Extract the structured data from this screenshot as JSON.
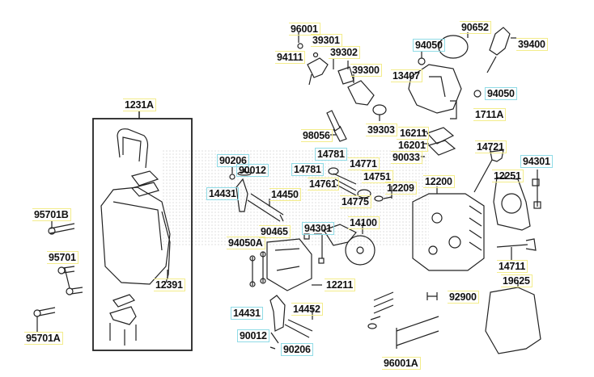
{
  "diagram": {
    "type": "exploded-parts-diagram",
    "subject": "Cylinder head assembly",
    "colors": {
      "label_box_standard": "#f3ec8a",
      "label_box_highlight": "#8fdbe6",
      "line_art": "#222222"
    },
    "labels": [
      {
        "id": "96001",
        "box": "standard"
      },
      {
        "id": "39301",
        "box": "standard"
      },
      {
        "id": "94111",
        "box": "standard"
      },
      {
        "id": "39302",
        "box": "standard"
      },
      {
        "id": "39300",
        "box": "standard"
      },
      {
        "id": "13407",
        "box": "standard"
      },
      {
        "id": "90652",
        "box": "standard"
      },
      {
        "id": "94050",
        "box": "highlight"
      },
      {
        "id": "39400",
        "box": "standard"
      },
      {
        "id": "94050",
        "box": "highlight"
      },
      {
        "id": "1711A",
        "box": "standard"
      },
      {
        "id": "39303",
        "box": "standard"
      },
      {
        "id": "98056",
        "box": "standard"
      },
      {
        "id": "16211",
        "box": "standard"
      },
      {
        "id": "16201",
        "box": "standard"
      },
      {
        "id": "90033",
        "box": "standard"
      },
      {
        "id": "14721",
        "box": "standard"
      },
      {
        "id": "94301",
        "box": "highlight"
      },
      {
        "id": "12251",
        "box": "standard"
      },
      {
        "id": "1231A",
        "box": "standard"
      },
      {
        "id": "90206",
        "box": "highlight"
      },
      {
        "id": "90012",
        "box": "highlight"
      },
      {
        "id": "14781",
        "box": "highlight"
      },
      {
        "id": "14781",
        "box": "highlight"
      },
      {
        "id": "14771",
        "box": "standard"
      },
      {
        "id": "14761",
        "box": "standard"
      },
      {
        "id": "14751",
        "box": "standard"
      },
      {
        "id": "14431",
        "box": "highlight"
      },
      {
        "id": "14450",
        "box": "standard"
      },
      {
        "id": "14775",
        "box": "standard"
      },
      {
        "id": "12209",
        "box": "standard"
      },
      {
        "id": "12200",
        "box": "standard"
      },
      {
        "id": "95701B",
        "box": "standard"
      },
      {
        "id": "90465",
        "box": "standard"
      },
      {
        "id": "94301",
        "box": "highlight"
      },
      {
        "id": "14100",
        "box": "standard"
      },
      {
        "id": "94050A",
        "box": "standard"
      },
      {
        "id": "95701",
        "box": "standard"
      },
      {
        "id": "12391",
        "box": "standard"
      },
      {
        "id": "12211",
        "box": "standard"
      },
      {
        "id": "14711",
        "box": "standard"
      },
      {
        "id": "92900",
        "box": "standard"
      },
      {
        "id": "19625",
        "box": "standard"
      },
      {
        "id": "14431",
        "box": "highlight"
      },
      {
        "id": "14452",
        "box": "standard"
      },
      {
        "id": "95701A",
        "box": "standard"
      },
      {
        "id": "90012",
        "box": "highlight"
      },
      {
        "id": "90206",
        "box": "highlight"
      },
      {
        "id": "96001A",
        "box": "standard"
      }
    ]
  }
}
